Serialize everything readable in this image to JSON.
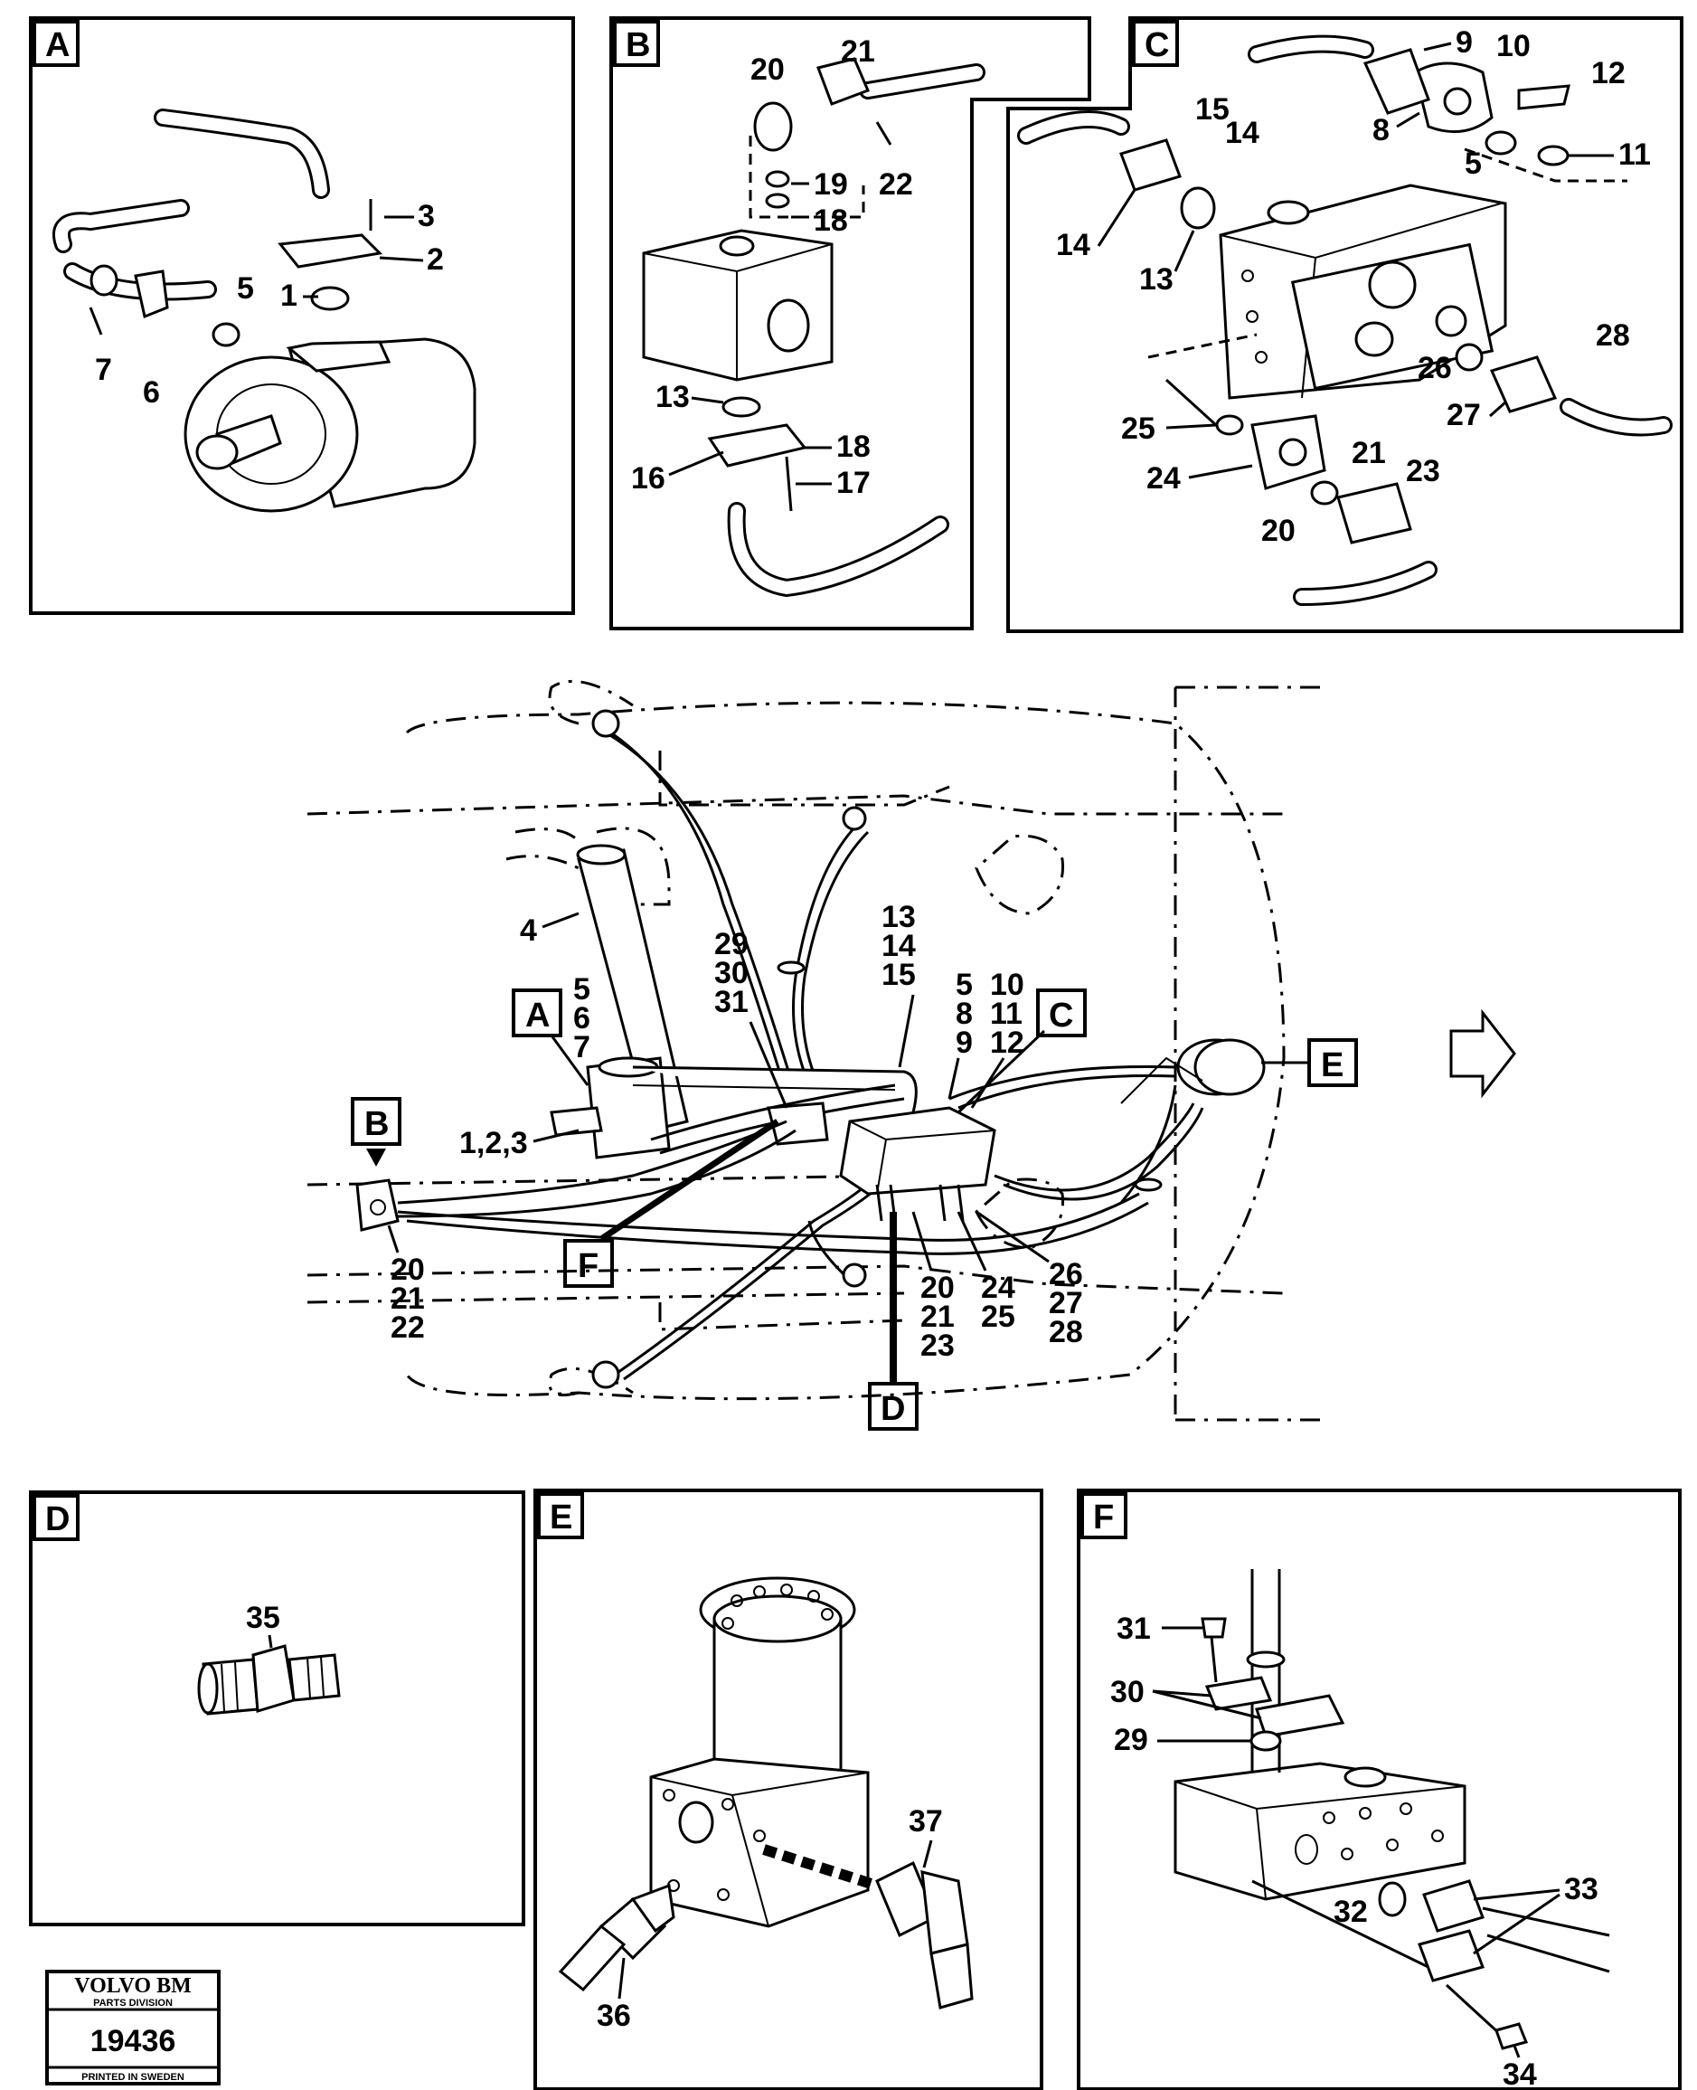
{
  "panels": {
    "A": {
      "tag": "A",
      "callouts": [
        "1",
        "2",
        "3",
        "5",
        "6",
        "7"
      ]
    },
    "B": {
      "tag": "B",
      "callouts": [
        "13",
        "16",
        "17",
        "18",
        "18",
        "19",
        "20",
        "21",
        "22"
      ]
    },
    "C": {
      "tag": "C",
      "callouts": [
        "5",
        "8",
        "9",
        "10",
        "11",
        "12",
        "13",
        "14",
        "14",
        "15",
        "20",
        "21",
        "23",
        "24",
        "25",
        "26",
        "27",
        "28"
      ]
    },
    "D": {
      "tag": "D",
      "callouts": [
        "35"
      ]
    },
    "E": {
      "tag": "E",
      "callouts": [
        "36",
        "37"
      ]
    },
    "F": {
      "tag": "F",
      "callouts": [
        "29",
        "30",
        "31",
        "32",
        "33",
        "34"
      ]
    }
  },
  "overview": {
    "tags": {
      "A": "A",
      "B": "B",
      "C": "C",
      "D": "D",
      "E": "E",
      "F": "F"
    },
    "callouts": {
      "c4": "4",
      "c567": [
        "5",
        "6",
        "7"
      ],
      "c123": "1,2,3",
      "c293031": [
        "29",
        "30",
        "31"
      ],
      "c131415": [
        "13",
        "14",
        "15"
      ],
      "c589": [
        "5",
        "8",
        "9"
      ],
      "c101112": [
        "10",
        "11",
        "12"
      ],
      "c202122": [
        "20",
        "21",
        "22"
      ],
      "c202123": [
        "20",
        "21",
        "23"
      ],
      "c2425": [
        "24",
        "25"
      ],
      "c262728": [
        "26",
        "27",
        "28"
      ]
    }
  },
  "logo": {
    "brand": "VOLVO BM",
    "division": "PARTS DIVISION",
    "number": "19436",
    "footer": "PRINTED IN SWEDEN"
  }
}
